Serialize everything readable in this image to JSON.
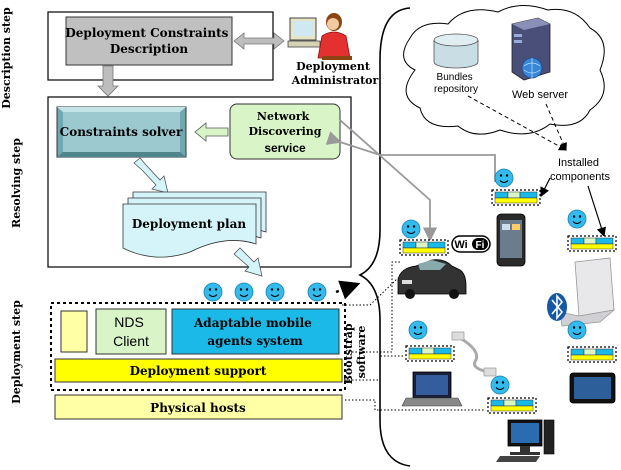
{
  "steps": {
    "description": "Description step",
    "resolving": "Resolving step",
    "deployment": "Deployment step"
  },
  "boxes": {
    "constraints_description_line1": "Deployment Constraints",
    "constraints_description_line2": "Description",
    "admin_line1": "Deployment",
    "admin_line2": "Administrator",
    "constraints_solver": "Constraints solver",
    "nds_line1": "Network",
    "nds_line2": "Discovering",
    "nds_line3": "service",
    "deployment_plan": "Deployment plan",
    "nds_client_line1": "NDS",
    "nds_client_line2": "Client",
    "agents_line1": "Adaptable mobile",
    "agents_line2": "agents system",
    "deployment_support": "Deployment support",
    "physical_hosts": "Physical hosts",
    "bootstrap_line1": "Bootstrap",
    "bootstrap_line2": "software"
  },
  "cloud": {
    "bundles_line1": "Bundles",
    "bundles_line2": "repository",
    "web_server": "Web server"
  },
  "labels": {
    "installed_line1": "Installed",
    "installed_line2": "components",
    "wifi_left": "Wi",
    "wifi_right": "Fi"
  },
  "colors": {
    "gray_box": "#c0c0c0",
    "solver": "#9cc9cf",
    "nds": "#d9f5c8",
    "plan": "#d5f4fa",
    "agents": "#1ab9e8",
    "support": "#ffff00",
    "hosts": "#ffffa6",
    "smiley": "#33bbee"
  }
}
